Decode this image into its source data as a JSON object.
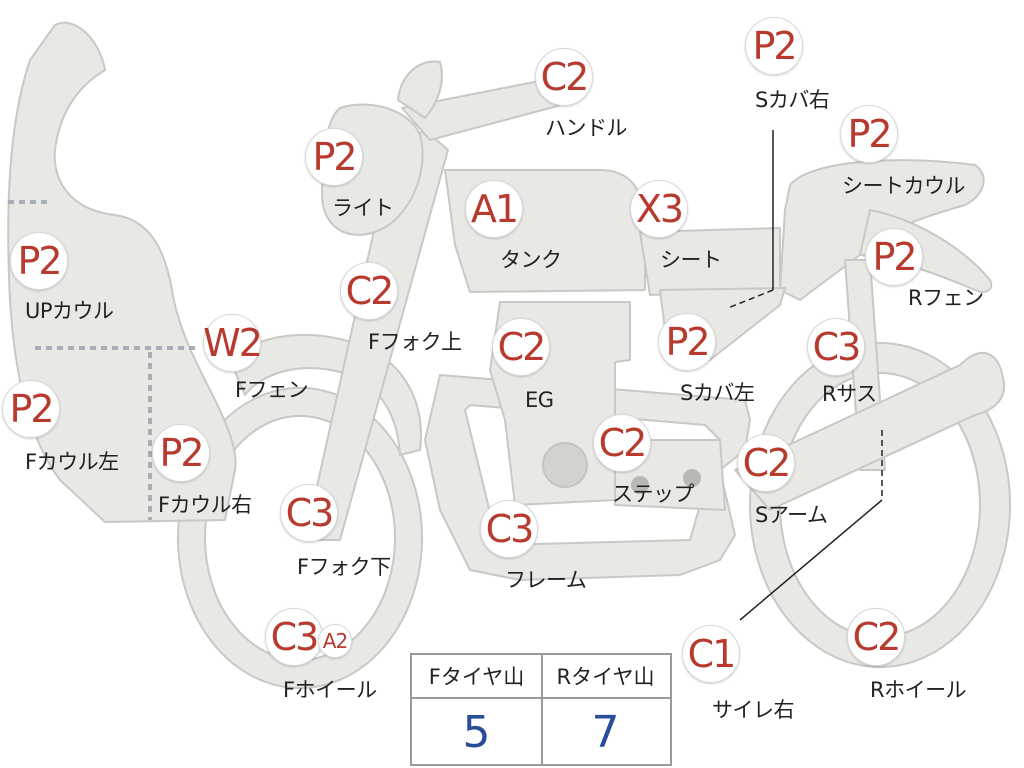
{
  "diagram": {
    "colors": {
      "body_fill": "#e8e8e5",
      "outline": "#c8c8c4",
      "badge_text": "#b83a2e",
      "label_text": "#222222",
      "tire_value": "#2a4d9a"
    },
    "parts": [
      {
        "id": "s-cover-right",
        "code": "P2",
        "label": "Sカバ右"
      },
      {
        "id": "handle",
        "code": "C2",
        "label": "ハンドル"
      },
      {
        "id": "seat-cowl",
        "code": "P2",
        "label": "シートカウル"
      },
      {
        "id": "light",
        "code": "P2",
        "label": "ライト"
      },
      {
        "id": "tank",
        "code": "A1",
        "label": "タンク"
      },
      {
        "id": "seat",
        "code": "X3",
        "label": "シート"
      },
      {
        "id": "r-fender",
        "code": "P2",
        "label": "Rフェン"
      },
      {
        "id": "up-cowl",
        "code": "P2",
        "label": "UPカウル"
      },
      {
        "id": "f-fork-upper",
        "code": "C2",
        "label": "Fフォク上"
      },
      {
        "id": "f-fender",
        "code": "W2",
        "label": "Fフェン"
      },
      {
        "id": "engine",
        "code": "C2",
        "label": "EG"
      },
      {
        "id": "s-cover-left",
        "code": "P2",
        "label": "Sカバ左"
      },
      {
        "id": "r-suspension",
        "code": "C3",
        "label": "Rサス"
      },
      {
        "id": "f-cowl-left",
        "code": "P2",
        "label": "Fカウル左"
      },
      {
        "id": "f-cowl-right",
        "code": "P2",
        "label": "Fカウル右"
      },
      {
        "id": "step",
        "code": "C2",
        "label": "ステップ"
      },
      {
        "id": "swing-arm",
        "code": "C2",
        "label": "Sアーム"
      },
      {
        "id": "f-fork-lower",
        "code": "C3",
        "label": "Fフォク下"
      },
      {
        "id": "frame",
        "code": "C3",
        "label": "フレーム"
      },
      {
        "id": "f-wheel",
        "code": "C3",
        "code2": "A2",
        "label": "Fホイール"
      },
      {
        "id": "silencer-right",
        "code": "C1",
        "label": "サイレ右"
      },
      {
        "id": "r-wheel",
        "code": "C2",
        "label": "Rホイール"
      }
    ]
  },
  "tire_table": {
    "headers": [
      "Fタイヤ山",
      "Rタイヤ山"
    ],
    "values": [
      "5",
      "7"
    ]
  }
}
